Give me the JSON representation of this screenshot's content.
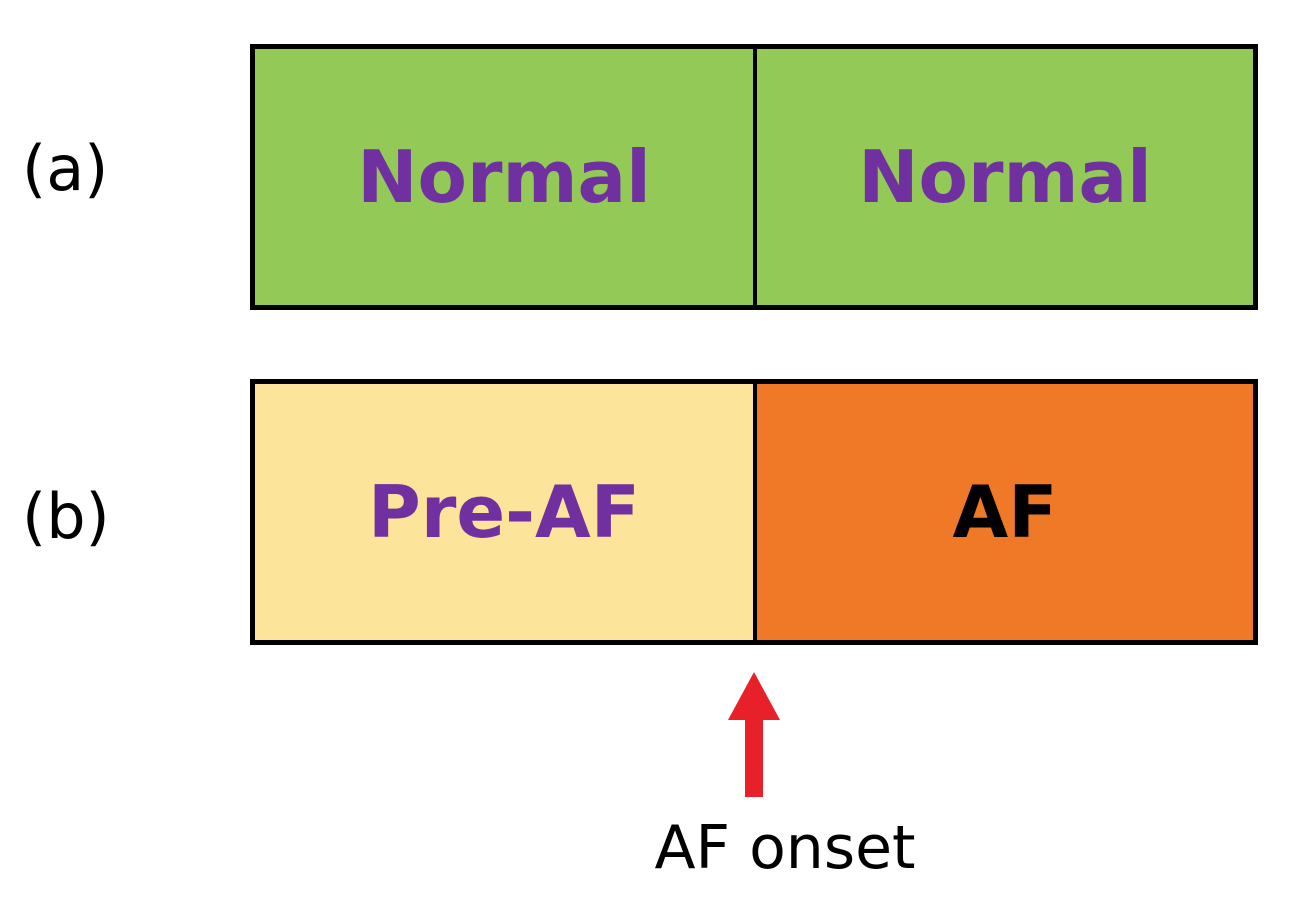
{
  "rows": [
    {
      "label": "(a)",
      "segments": [
        {
          "text": "Normal",
          "fill": "#92C957",
          "text_color": "#7030A0"
        },
        {
          "text": "Normal",
          "fill": "#92C957",
          "text_color": "#7030A0"
        }
      ]
    },
    {
      "label": "(b)",
      "segments": [
        {
          "text": "Pre-AF",
          "fill": "#FCE49A",
          "text_color": "#7030A0"
        },
        {
          "text": "AF",
          "fill": "#F07928",
          "text_color": "#000000"
        }
      ]
    }
  ],
  "marker": {
    "label": "AF onset",
    "arrow_color": "#E8202A",
    "icon": "up-arrow-icon"
  }
}
